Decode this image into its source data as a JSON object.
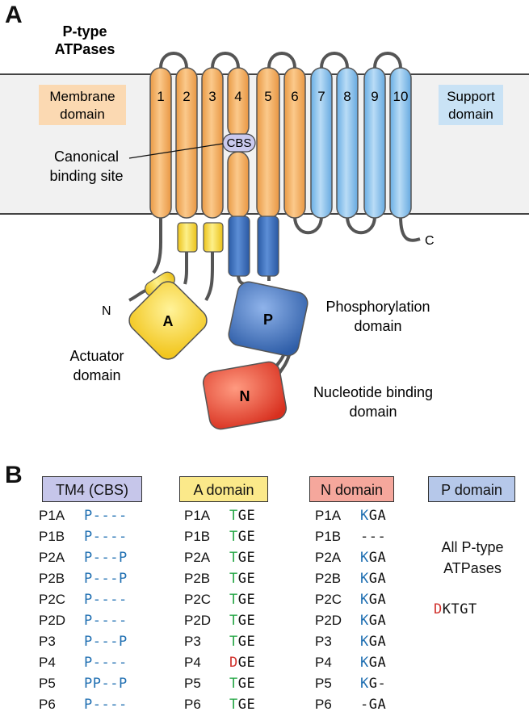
{
  "panel_a": {
    "label": "A",
    "title_line1": "P-type",
    "title_line2": "ATPases",
    "membrane_domain_line1": "Membrane",
    "membrane_domain_line2": "domain",
    "support_domain_line1": "Support",
    "support_domain_line2": "domain",
    "helix_numbers": [
      "1",
      "2",
      "3",
      "4",
      "5",
      "6",
      "7",
      "8",
      "9",
      "10"
    ],
    "cbs": "CBS",
    "canonical_line1": "Canonical",
    "canonical_line2": "binding site",
    "n_terminus": "N",
    "c_terminus": "C",
    "domain_a": "A",
    "domain_p": "P",
    "domain_n": "N",
    "actuator_line1": "Actuator",
    "actuator_line2": "domain",
    "phospho_line1": "Phosphorylation",
    "phospho_line2": "domain",
    "nucleotide_line1": "Nucleotide binding",
    "nucleotide_line2": "domain",
    "colors": {
      "membrane_helix": "#f5b366",
      "support_helix": "#8ec5ee",
      "actuator": "#f5d52c",
      "phosphorylation": "#3f6fbf",
      "nucleotide": "#e04332",
      "membrane_band": "#f1f1f1"
    }
  },
  "panel_b": {
    "label": "B",
    "headers": {
      "tm4": "TM4 (CBS)",
      "a_domain": "A domain",
      "n_domain": "N domain",
      "p_domain": "P domain"
    },
    "header_colors": {
      "tm4": "#c6c6ea",
      "a_domain": "#fbe98a",
      "n_domain": "#f5a79c",
      "p_domain": "#b6c8ea"
    },
    "tm4_rows": [
      {
        "label": "P1A",
        "seq": "P----"
      },
      {
        "label": "P1B",
        "seq": "P----"
      },
      {
        "label": "P2A",
        "seq": "P---P"
      },
      {
        "label": "P2B",
        "seq": "P---P"
      },
      {
        "label": "P2C",
        "seq": "P----"
      },
      {
        "label": "P2D",
        "seq": "P----"
      },
      {
        "label": "P3",
        "seq": "P---P"
      },
      {
        "label": "P4",
        "seq": "P----"
      },
      {
        "label": "P5",
        "seq": "PP--P"
      },
      {
        "label": "P6",
        "seq": "P----"
      }
    ],
    "a_rows": [
      {
        "label": "P1A",
        "first": "T",
        "rest": "GE"
      },
      {
        "label": "P1B",
        "first": "T",
        "rest": "GE"
      },
      {
        "label": "P2A",
        "first": "T",
        "rest": "GE"
      },
      {
        "label": "P2B",
        "first": "T",
        "rest": "GE"
      },
      {
        "label": "P2C",
        "first": "T",
        "rest": "GE"
      },
      {
        "label": "P2D",
        "first": "T",
        "rest": "GE"
      },
      {
        "label": "P3",
        "first": "T",
        "rest": "GE"
      },
      {
        "label": "P4",
        "first": "D",
        "rest": "GE"
      },
      {
        "label": "P5",
        "first": "T",
        "rest": "GE"
      },
      {
        "label": "P6",
        "first": "T",
        "rest": "GE"
      }
    ],
    "n_rows": [
      {
        "label": "P1A",
        "first": "K",
        "rest": "GA"
      },
      {
        "label": "P1B",
        "first": "",
        "rest": "---"
      },
      {
        "label": "P2A",
        "first": "K",
        "rest": "GA"
      },
      {
        "label": "P2B",
        "first": "K",
        "rest": "GA"
      },
      {
        "label": "P2C",
        "first": "K",
        "rest": "GA"
      },
      {
        "label": "P2D",
        "first": "K",
        "rest": "GA"
      },
      {
        "label": "P3",
        "first": "K",
        "rest": "GA"
      },
      {
        "label": "P4",
        "first": "K",
        "rest": "GA"
      },
      {
        "label": "P5",
        "first": "K",
        "rest": "G-"
      },
      {
        "label": "P6",
        "first": "",
        "rest": "-GA"
      }
    ],
    "p_text_line1": "All P-type",
    "p_text_line2": "ATPases",
    "p_motif_first": "D",
    "p_motif_rest": "KTGT"
  }
}
